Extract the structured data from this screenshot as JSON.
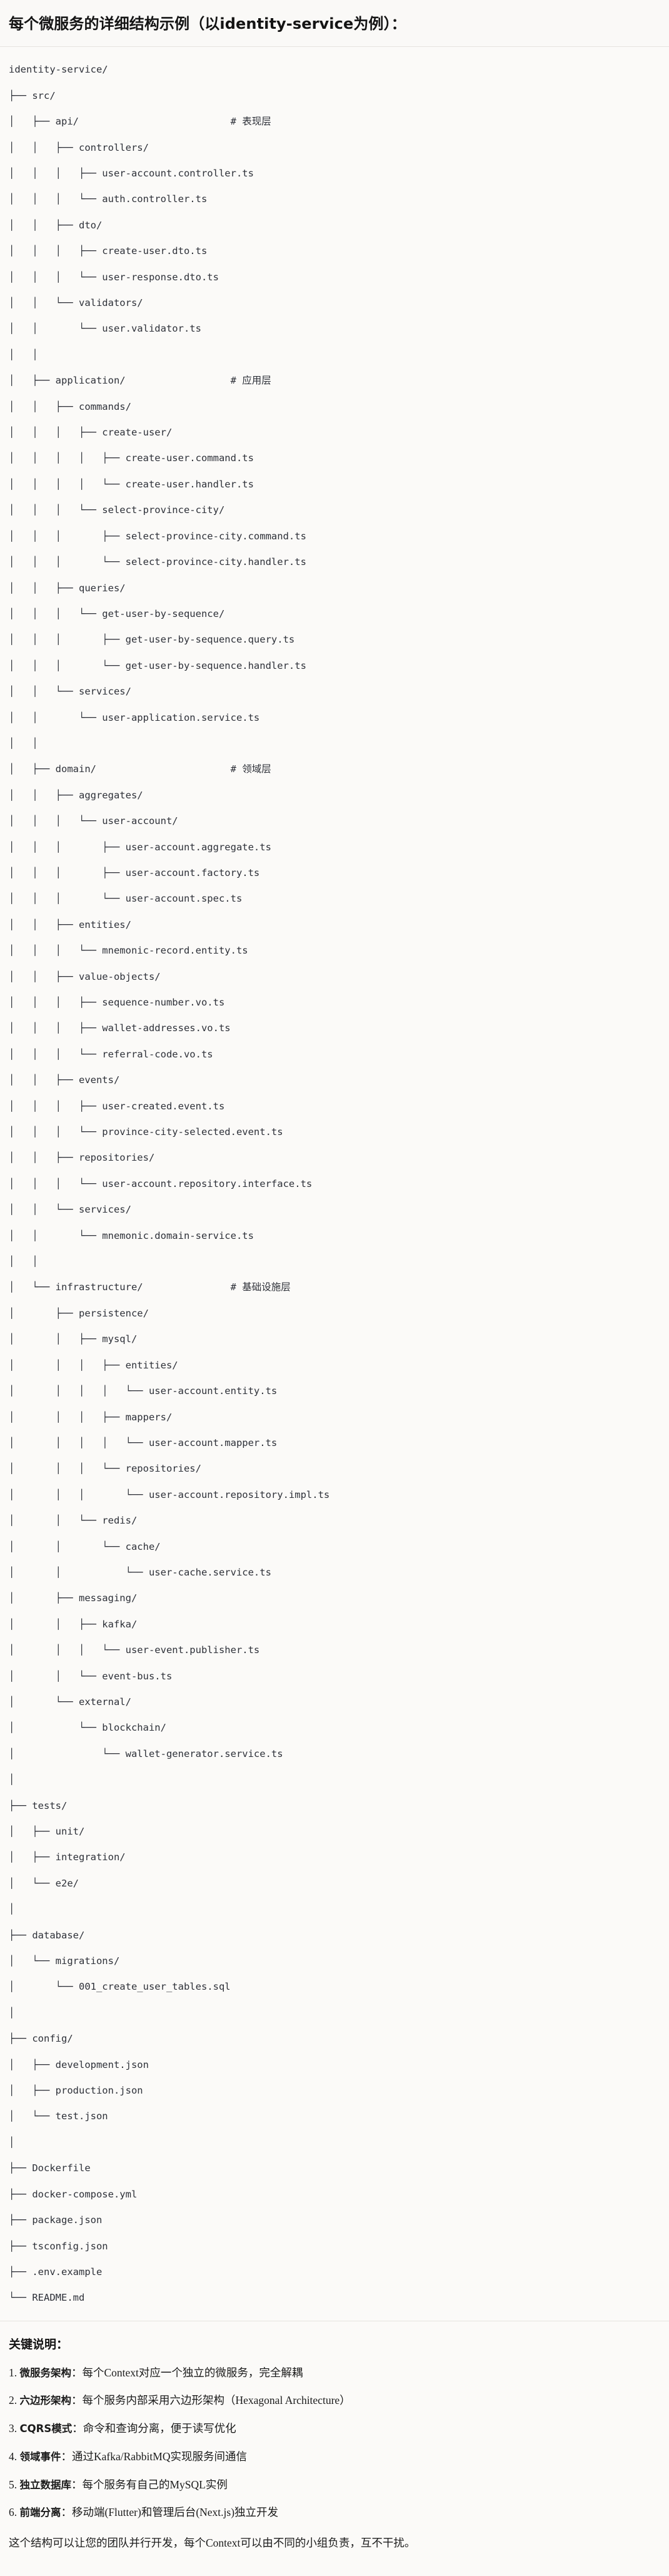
{
  "heading": {
    "title": "每个微服务的详细结构示例（以identity-service为例）："
  },
  "tree": {
    "lines": [
      "identity-service/",
      "├── src/",
      "│   ├── api/                          # 表现层",
      "│   │   ├── controllers/",
      "│   │   │   ├── user-account.controller.ts",
      "│   │   │   └── auth.controller.ts",
      "│   │   ├── dto/",
      "│   │   │   ├── create-user.dto.ts",
      "│   │   │   └── user-response.dto.ts",
      "│   │   └── validators/",
      "│   │       └── user.validator.ts",
      "│   │",
      "│   ├── application/                  # 应用层",
      "│   │   ├── commands/",
      "│   │   │   ├── create-user/",
      "│   │   │   │   ├── create-user.command.ts",
      "│   │   │   │   └── create-user.handler.ts",
      "│   │   │   └── select-province-city/",
      "│   │   │       ├── select-province-city.command.ts",
      "│   │   │       └── select-province-city.handler.ts",
      "│   │   ├── queries/",
      "│   │   │   └── get-user-by-sequence/",
      "│   │   │       ├── get-user-by-sequence.query.ts",
      "│   │   │       └── get-user-by-sequence.handler.ts",
      "│   │   └── services/",
      "│   │       └── user-application.service.ts",
      "│   │",
      "│   ├── domain/                       # 领域层",
      "│   │   ├── aggregates/",
      "│   │   │   └── user-account/",
      "│   │   │       ├── user-account.aggregate.ts",
      "│   │   │       ├── user-account.factory.ts",
      "│   │   │       └── user-account.spec.ts",
      "│   │   ├── entities/",
      "│   │   │   └── mnemonic-record.entity.ts",
      "│   │   ├── value-objects/",
      "│   │   │   ├── sequence-number.vo.ts",
      "│   │   │   ├── wallet-addresses.vo.ts",
      "│   │   │   └── referral-code.vo.ts",
      "│   │   ├── events/",
      "│   │   │   ├── user-created.event.ts",
      "│   │   │   └── province-city-selected.event.ts",
      "│   │   ├── repositories/",
      "│   │   │   └── user-account.repository.interface.ts",
      "│   │   └── services/",
      "│   │       └── mnemonic.domain-service.ts",
      "│   │",
      "│   └── infrastructure/               # 基础设施层",
      "│       ├── persistence/",
      "│       │   ├── mysql/",
      "│       │   │   ├── entities/",
      "│       │   │   │   └── user-account.entity.ts",
      "│       │   │   ├── mappers/",
      "│       │   │   │   └── user-account.mapper.ts",
      "│       │   │   └── repositories/",
      "│       │   │       └── user-account.repository.impl.ts",
      "│       │   └── redis/",
      "│       │       └── cache/",
      "│       │           └── user-cache.service.ts",
      "│       ├── messaging/",
      "│       │   ├── kafka/",
      "│       │   │   └── user-event.publisher.ts",
      "│       │   └── event-bus.ts",
      "│       └── external/",
      "│           └── blockchain/",
      "│               └── wallet-generator.service.ts",
      "│",
      "├── tests/",
      "│   ├── unit/",
      "│   ├── integration/",
      "│   └── e2e/",
      "│",
      "├── database/",
      "│   └── migrations/",
      "│       └── 001_create_user_tables.sql",
      "│",
      "├── config/",
      "│   ├── development.json",
      "│   ├── production.json",
      "│   └── test.json",
      "│",
      "├── Dockerfile",
      "├── docker-compose.yml",
      "├── package.json",
      "├── tsconfig.json",
      "├── .env.example",
      "└── README.md"
    ]
  },
  "notes": {
    "title": "关键说明：",
    "items": [
      {
        "num": "1. ",
        "label": "微服务架构",
        "sep": "：",
        "text": "每个Context对应一个独立的微服务，完全解耦"
      },
      {
        "num": "2. ",
        "label": "六边形架构",
        "sep": "：",
        "text": "每个服务内部采用六边形架构（Hexagonal Architecture）"
      },
      {
        "num": "3. ",
        "label": "CQRS模式",
        "sep": "：",
        "text": "命令和查询分离，便于读写优化"
      },
      {
        "num": "4. ",
        "label": "领域事件",
        "sep": "：",
        "text": "通过Kafka/RabbitMQ实现服务间通信"
      },
      {
        "num": "5. ",
        "label": "独立数据库",
        "sep": "：",
        "text": "每个服务有自己的MySQL实例"
      },
      {
        "num": "6. ",
        "label": "前端分离",
        "sep": "：",
        "text": "移动端(Flutter)和管理后台(Next.js)独立开发"
      }
    ],
    "closing": "这个结构可以让您的团队并行开发，每个Context可以由不同的小组负责，互不干扰。"
  }
}
